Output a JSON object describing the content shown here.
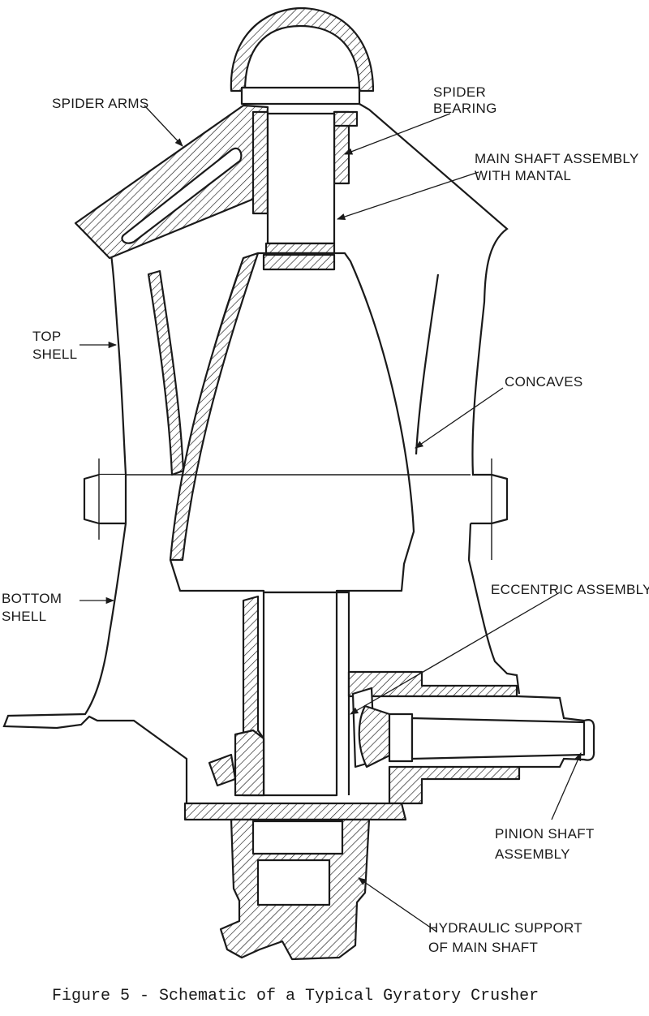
{
  "labels": {
    "spider_arms": "SPIDER ARMS",
    "spider_bearing_1": "SPIDER",
    "spider_bearing_2": "BEARING",
    "main_shaft_1": "MAIN SHAFT ASSEMBLY",
    "main_shaft_2": "WITH MANTAL",
    "top_shell_1": "TOP",
    "top_shell_2": "SHELL",
    "concaves": "CONCAVES",
    "bottom_shell_1": "BOTTOM",
    "bottom_shell_2": "SHELL",
    "eccentric": "ECCENTRIC ASSEMBLY",
    "pinion_1": "PINION SHAFT",
    "pinion_2": "ASSEMBLY",
    "hydraulic_1": "HYDRAULIC SUPPORT",
    "hydraulic_2": "OF MAIN SHAFT"
  },
  "caption": "Figure 5 - Schematic of a Typical Gyratory Crusher"
}
